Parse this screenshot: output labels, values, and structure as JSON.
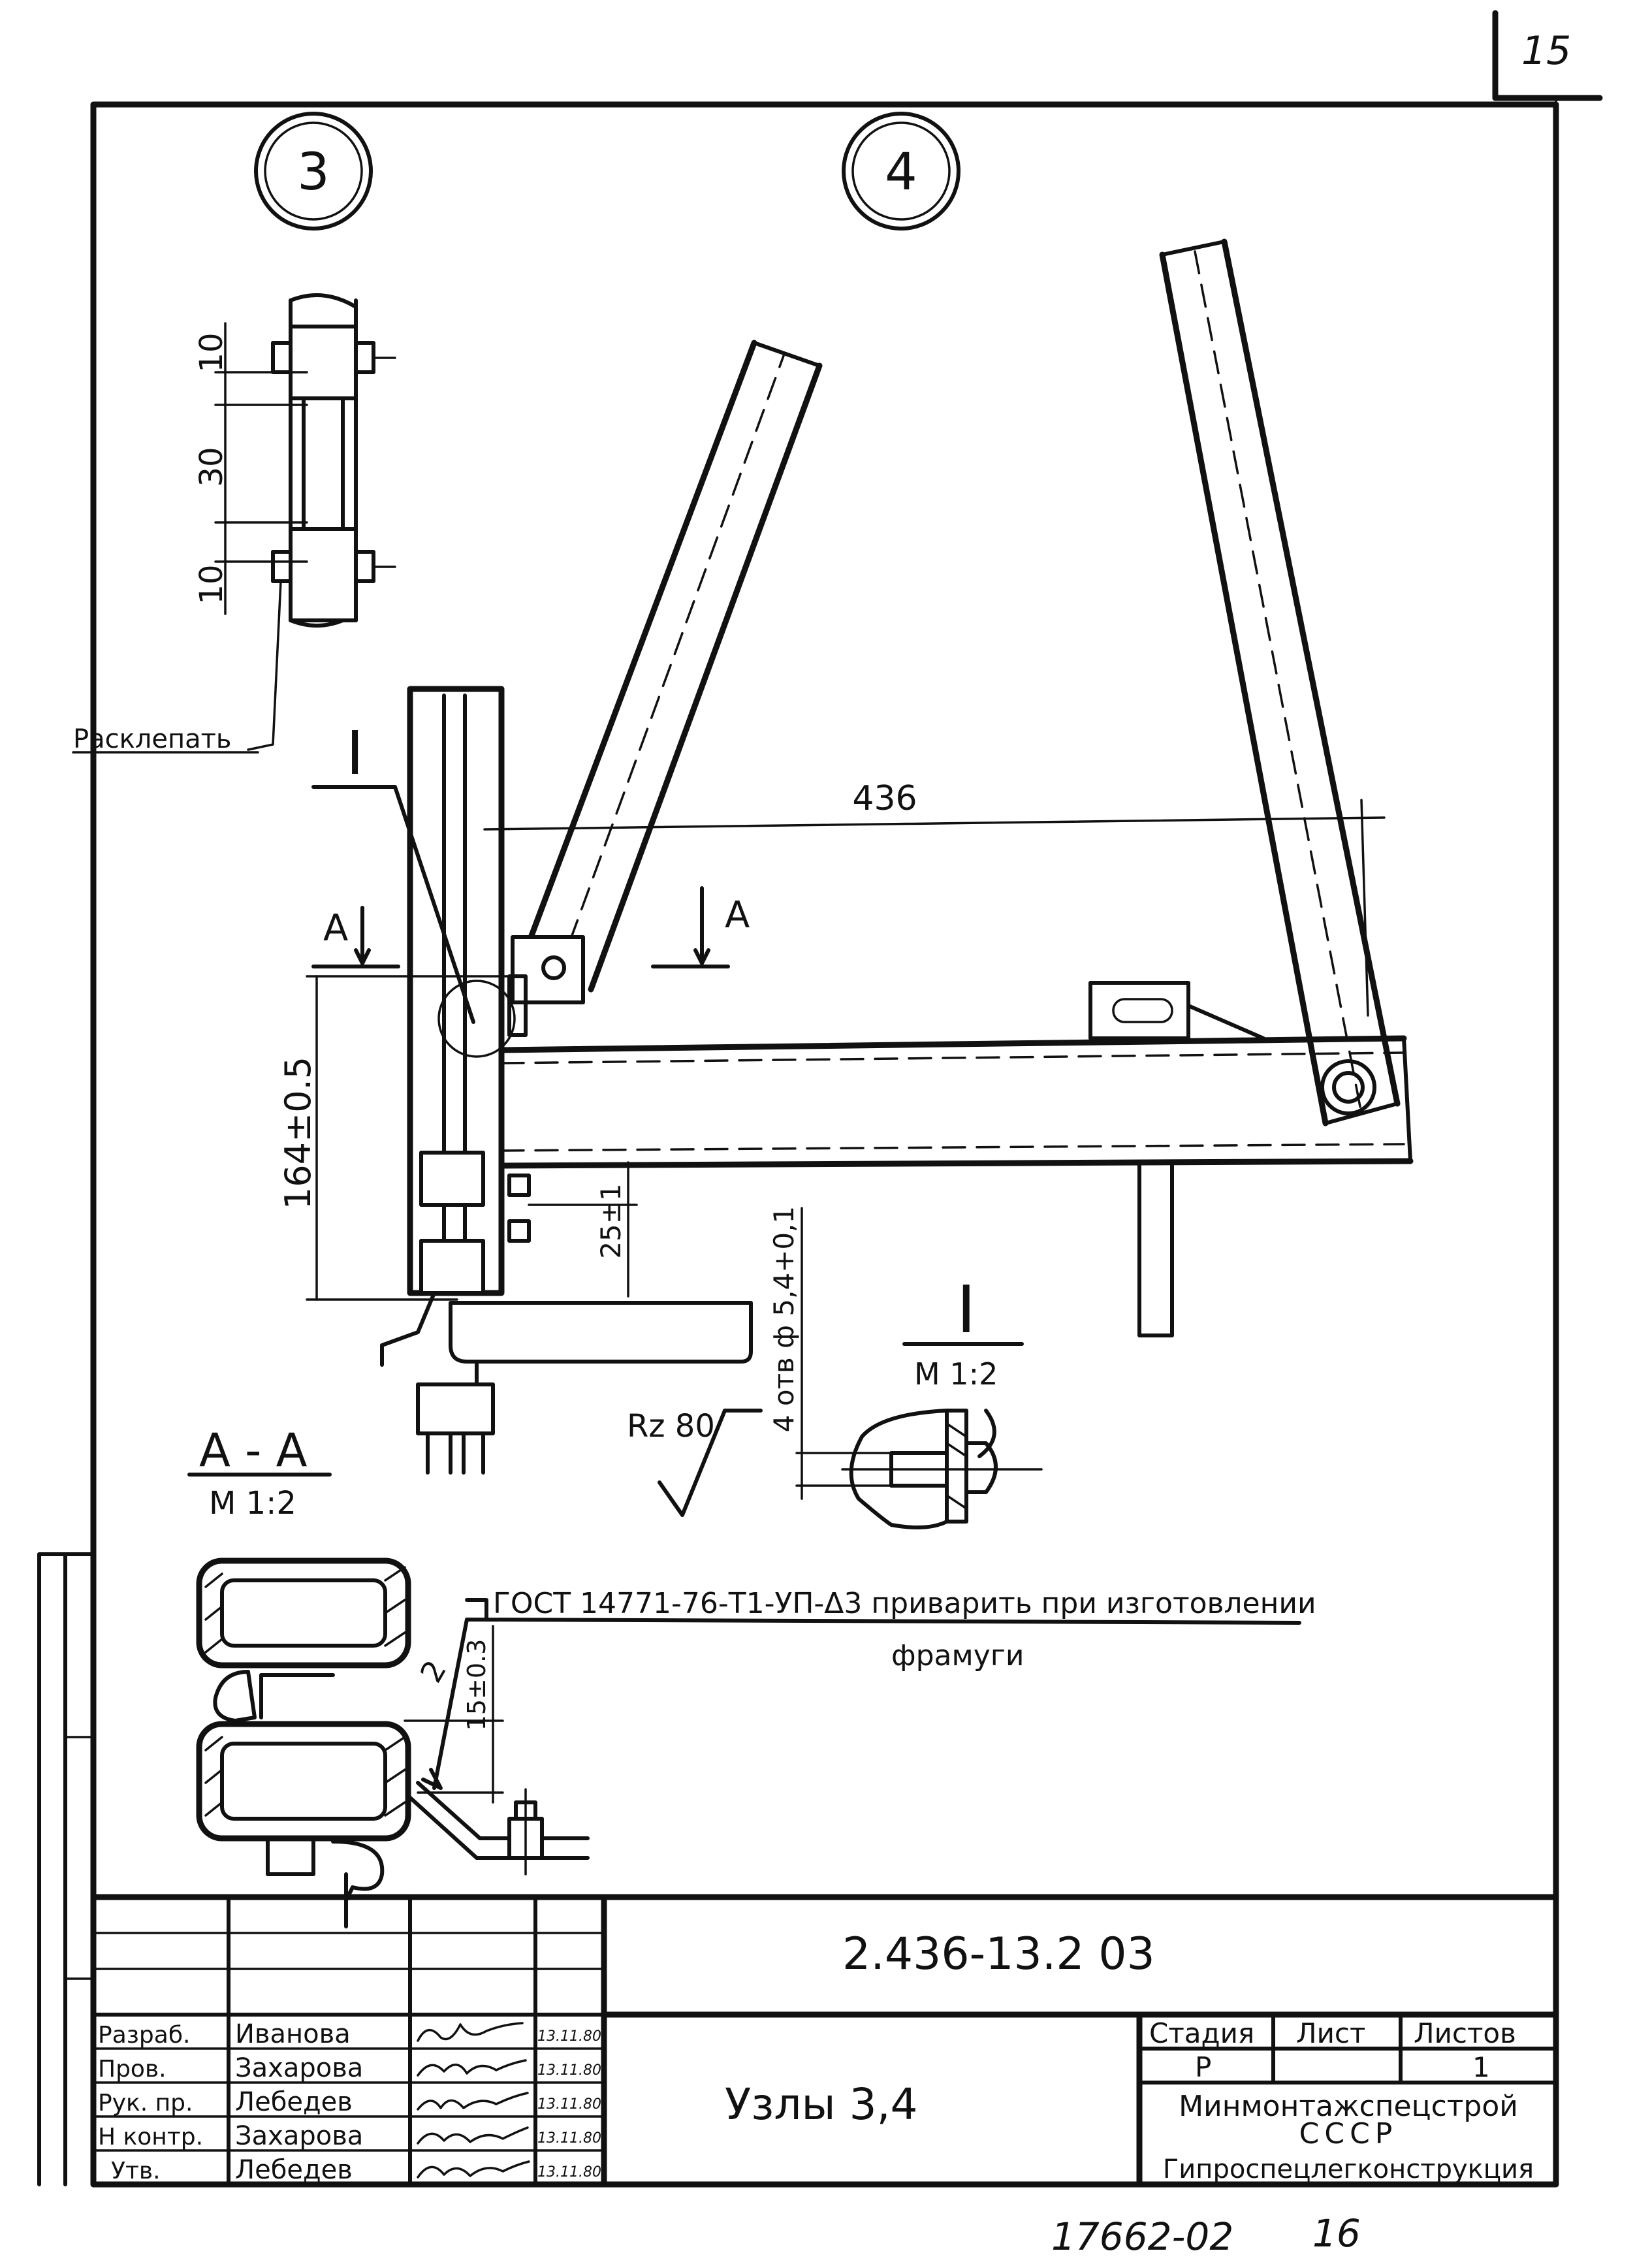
{
  "sheet": {
    "page_number": "15",
    "bottom_note_left": "17662-02",
    "bottom_note_right": "16"
  },
  "nodes": [
    {
      "label": "3"
    },
    {
      "label": "4"
    }
  ],
  "dimensions": {
    "d10_top": "10",
    "d30": "30",
    "d10_bottom": "10",
    "d436": "436",
    "d164": "164±0.5",
    "d25": "25±1",
    "holes": "4 отв ф 5,4+0,1",
    "d15": "15±0.3",
    "leader_2": "2",
    "roughness": "Rz 80"
  },
  "labels": {
    "rasklepat": "Расклепать",
    "section_mark_left": "A",
    "section_mark_right": "A",
    "view_I": "I",
    "section_aa_title": "A - A",
    "section_aa_scale": "M 1:2",
    "detail_I_title": "I",
    "detail_I_scale": "M 1:2",
    "weld_note_line1": "ГОСТ 14771-76-Т1-УП-Δ3 приварить при изготовлении",
    "weld_note_line2": "фрамуги"
  },
  "title_block": {
    "designation": "2.436-13.2 03",
    "title": "Узлы 3,4",
    "stage_header": "Стадия",
    "sheet_header": "Лист",
    "sheets_header": "Листов",
    "stage_value": "Р",
    "sheet_value": "",
    "sheets_value": "1",
    "org_line1": "Минмонтажспецстрой",
    "org_line2": "СССР",
    "org_line3": "Гипроспецлегконструкция",
    "roles": [
      {
        "role": "Разраб.",
        "name": "Иванова",
        "date": "13.11.80"
      },
      {
        "role": "Пров.",
        "name": "Захарова",
        "date": "13.11.80"
      },
      {
        "role": "Рук. пр.",
        "name": "Лебедев",
        "date": "13.11.80"
      },
      {
        "role": "Н контр.",
        "name": "Захарова",
        "date": "13.11.80"
      },
      {
        "role": "Утв.",
        "name": "Лебедев",
        "date": "13.11.80"
      }
    ]
  }
}
